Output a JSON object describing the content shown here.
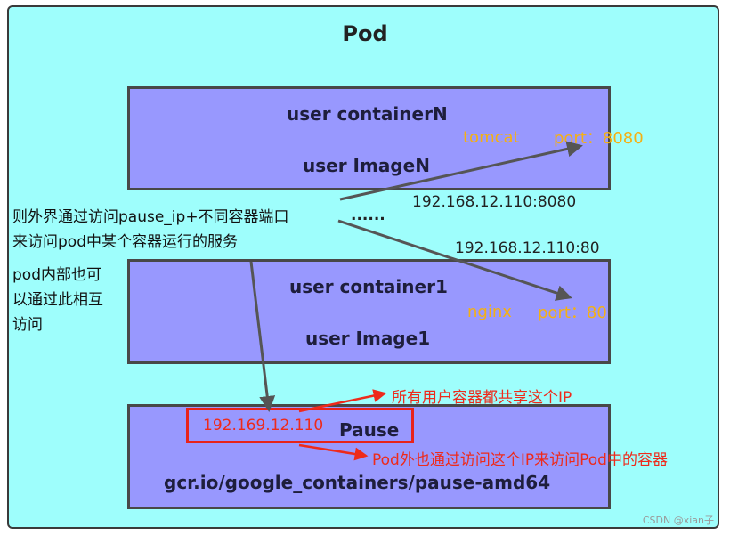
{
  "pod_title": "Pod",
  "containers": {
    "user_n": {
      "name": "user containerN",
      "image": "user ImageN"
    },
    "user_1": {
      "name": "user container1",
      "image": "user Image1"
    },
    "pause": {
      "ip": "192.169.12.110",
      "name": "Pause",
      "image": "gcr.io/google_containers/pause-amd64"
    }
  },
  "services": {
    "tomcat": {
      "name": "tomcat",
      "port_label": "port：8080",
      "address": "192.168.12.110:8080"
    },
    "nginx": {
      "name": "nginx",
      "port_label": "port：80",
      "address": "192.168.12.110:80"
    }
  },
  "ellipsis": "......",
  "notes": {
    "external_line1": "则外界通过访问pause_ip+不同容器端口",
    "external_line2": "来访问pod中某个容器运行的服务",
    "internal_line1": "pod内部也可",
    "internal_line2": "以通过此相互",
    "internal_line3": "访问"
  },
  "annotations": {
    "shared_ip": "所有用户容器都共享这个IP",
    "external_access": "Pod外也通过访问这个IP来访问Pod中的容器"
  },
  "watermark": "CSDN @xian子",
  "colors": {
    "pod_bg": "#9efefc",
    "container_bg": "#9898fe",
    "service_label": "#f4b014",
    "annotation_red": "#ee2a1b",
    "arrow_gray": "#555555"
  }
}
